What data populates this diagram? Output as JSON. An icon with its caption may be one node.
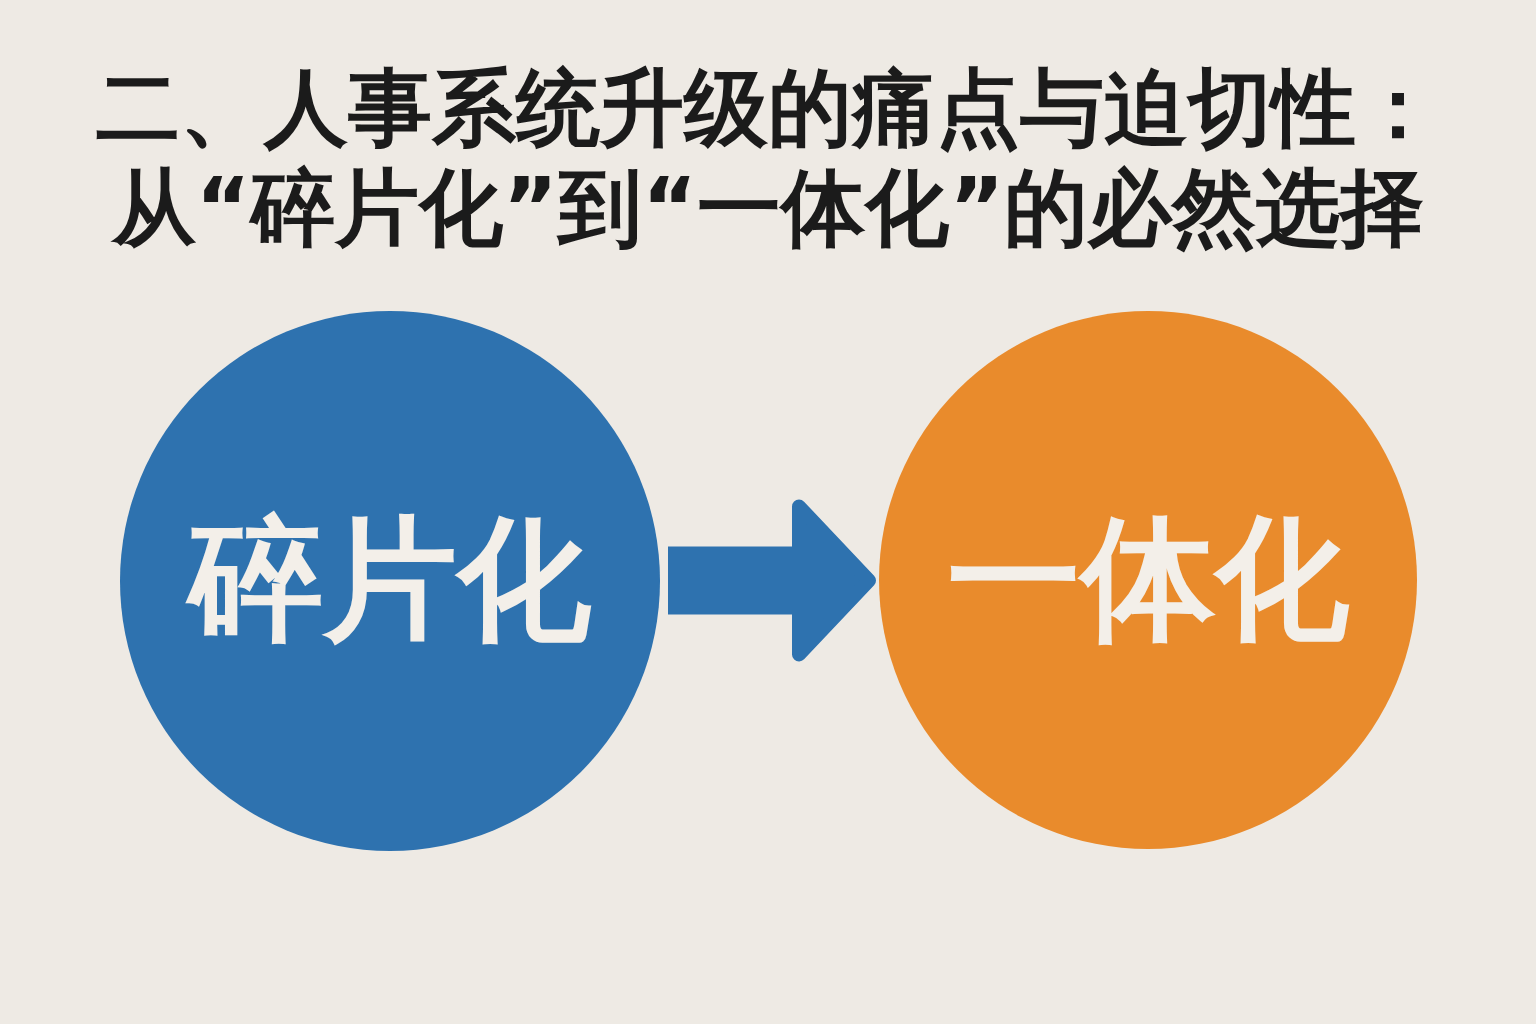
{
  "diagram": {
    "title": "二、人事系统升级的痛点与迫切性：从“碎片化”到“一体化”的必然选择",
    "nodes": [
      {
        "text": [
          "碎片化"
        ]
      },
      {
        "text": [
          "一体化"
        ]
      }
    ],
    "edges": [
      {
        "from": 0,
        "to": 1,
        "arrow": "to"
      }
    ]
  }
}
